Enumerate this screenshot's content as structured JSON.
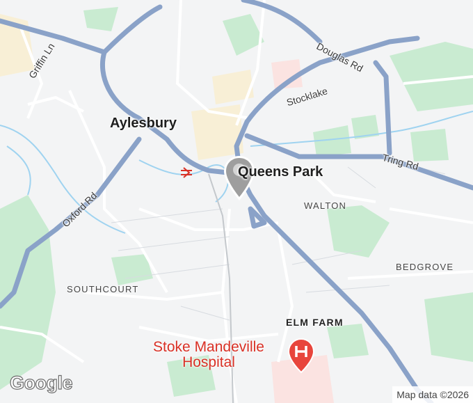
{
  "map": {
    "labels": {
      "aylesbury": "Aylesbury",
      "queens_park": "Queens Park",
      "walton": "WALTON",
      "bedgrove": "BEDGROVE",
      "southcourt": "SOUTHCOURT",
      "elm_farm": "ELM FARM",
      "hospital_line1": "Stoke Mandeville",
      "hospital_line2": "Hospital"
    },
    "roads": {
      "griffin_ln": "Griffin Ln",
      "oxford_rd": "Oxford Rd",
      "douglas_rd": "Douglas Rd",
      "stocklake": "Stocklake",
      "tring_rd": "Tring Rd"
    },
    "google_logo": "Google",
    "attribution": "Map data ©2026",
    "colors": {
      "background": "#f3f4f5",
      "park": "#c9ebd1",
      "major_road": "#8aa2c8",
      "water": "#9fd3f0",
      "hospital_marker": "#e8453c",
      "pin": "#9e9e9e"
    },
    "icons": [
      "rail-station-icon",
      "hospital-marker-icon",
      "location-pin-icon"
    ]
  }
}
